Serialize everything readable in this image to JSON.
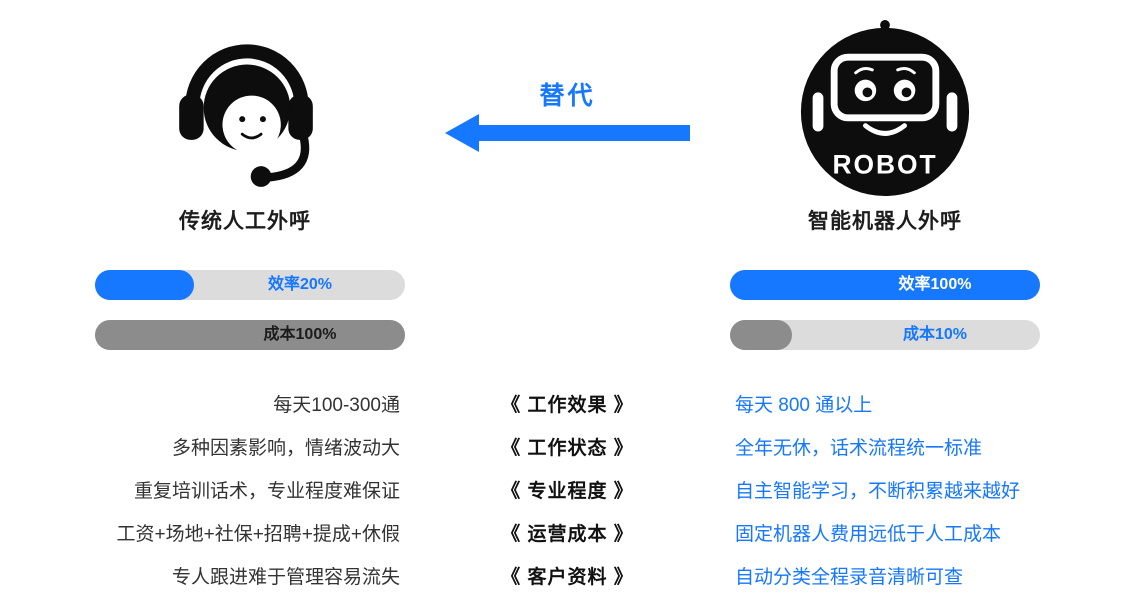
{
  "colors": {
    "accent": "#1677ff",
    "bar-track": "#dcdcdc",
    "bar-gray": "#8c8c8c",
    "icon-black": "#0d0d0d"
  },
  "center": {
    "replace_label": "替代"
  },
  "left": {
    "title": "传统人工外呼",
    "bars": [
      {
        "label": "效率20%",
        "fill_pct": 32,
        "fill_style": "blue"
      },
      {
        "label": "成本100%",
        "fill_pct": 100,
        "fill_style": "gray"
      }
    ]
  },
  "right": {
    "title": "智能机器人外呼",
    "robot_label": "ROBOT",
    "bars": [
      {
        "label": "效率100%",
        "fill_pct": 100,
        "fill_style": "blue"
      },
      {
        "label": "成本10%",
        "fill_pct": 20,
        "fill_style": "gray"
      }
    ]
  },
  "rows": [
    {
      "left": "每天100-300通",
      "center": "《 工作效果 》",
      "right": "每天 800 通以上"
    },
    {
      "left": "多种因素影响，情绪波动大",
      "center": "《 工作状态 》",
      "right": "全年无休，话术流程统一标准"
    },
    {
      "left": "重复培训话术，专业程度难保证",
      "center": "《 专业程度 》",
      "right": "自主智能学习，不断积累越来越好"
    },
    {
      "left": "工资+场地+社保+招聘+提成+休假",
      "center": "《 运营成本 》",
      "right": "固定机器人费用远低于人工成本"
    },
    {
      "left": "专人跟进难于管理容易流失",
      "center": "《 客户资料 》",
      "right": "自动分类全程录音清晰可查"
    }
  ]
}
